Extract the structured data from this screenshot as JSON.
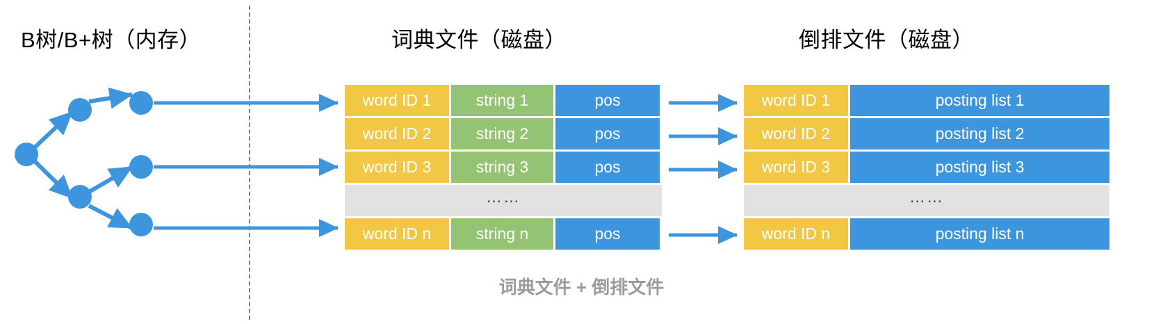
{
  "diagram": {
    "caption": "词典文件 + 倒排文件",
    "accent_blue": "#3d95dd",
    "accent_yellow": "#f2c744",
    "accent_green": "#94c473",
    "ellipsis_bg": "#e2e2e2",
    "divider_color": "#808080"
  },
  "sections": {
    "btree": {
      "title": "B树/B+树（内存）"
    },
    "dictionary": {
      "title": "词典文件（磁盘）"
    },
    "inverted": {
      "title": "倒排文件（磁盘）"
    }
  },
  "dictionary_table": {
    "rows": [
      {
        "type": "data",
        "key": "word ID 1",
        "string": "string 1",
        "pos": "pos"
      },
      {
        "type": "data",
        "key": "word ID 2",
        "string": "string 2",
        "pos": "pos"
      },
      {
        "type": "data",
        "key": "word ID 3",
        "string": "string 3",
        "pos": "pos"
      },
      {
        "type": "ellipsis",
        "dots": "……"
      },
      {
        "type": "data",
        "key": "word ID n",
        "string": "string n",
        "pos": "pos"
      }
    ]
  },
  "inverted_table": {
    "rows": [
      {
        "type": "data",
        "key": "word ID 1",
        "posting": "posting list 1"
      },
      {
        "type": "data",
        "key": "word ID 2",
        "posting": "posting list 2"
      },
      {
        "type": "data",
        "key": "word ID 3",
        "posting": "posting list 3"
      },
      {
        "type": "ellipsis",
        "dots": "……"
      },
      {
        "type": "data",
        "key": "word ID n",
        "posting": "posting list n"
      }
    ]
  },
  "btree_nodes": [
    {
      "id": "root",
      "label": ""
    },
    {
      "id": "mid-1",
      "label": ""
    },
    {
      "id": "mid-2",
      "label": ""
    },
    {
      "id": "leaf-1",
      "label": ""
    },
    {
      "id": "leaf-2",
      "label": ""
    },
    {
      "id": "leaf-3",
      "label": ""
    }
  ]
}
